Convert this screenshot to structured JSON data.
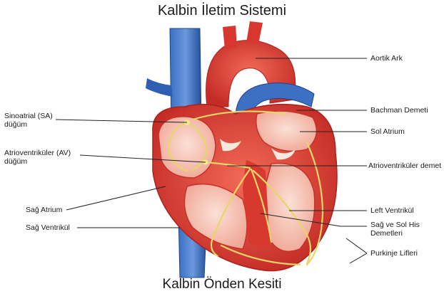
{
  "title": "Kalbin İletim Sistemi",
  "subtitle": "Kalbin Önden Kesiti",
  "labels": {
    "aortic_arch": "Aortik Ark",
    "bachmann_bundle": "Bachman Demeti",
    "left_atrium": "Sol Atrium",
    "av_bundle": "Atrioventriküler demet",
    "left_ventricle": "Left Ventrikül",
    "bundle_branches_1": "Sağ ve Sol His",
    "bundle_branches_2": "Demetleri",
    "purkinje": "Purkinje Lifleri",
    "sa_node_1": "Sinoatrial (SA)",
    "sa_node_2": "düğüm",
    "av_node_1": "Atrioventriküler (AV)",
    "av_node_2": "düğüm",
    "right_atrium": "Sağ Atrium",
    "right_ventricle": "Sağ Ventrikül"
  },
  "colors": {
    "muscle_dark": "#c8302a",
    "muscle": "#e4433a",
    "muscle_light": "#f07b6a",
    "chamber": "#f6c3b3",
    "vein": "#2f5fb0",
    "conduction": "#e8d56a",
    "leader": "#222222"
  }
}
